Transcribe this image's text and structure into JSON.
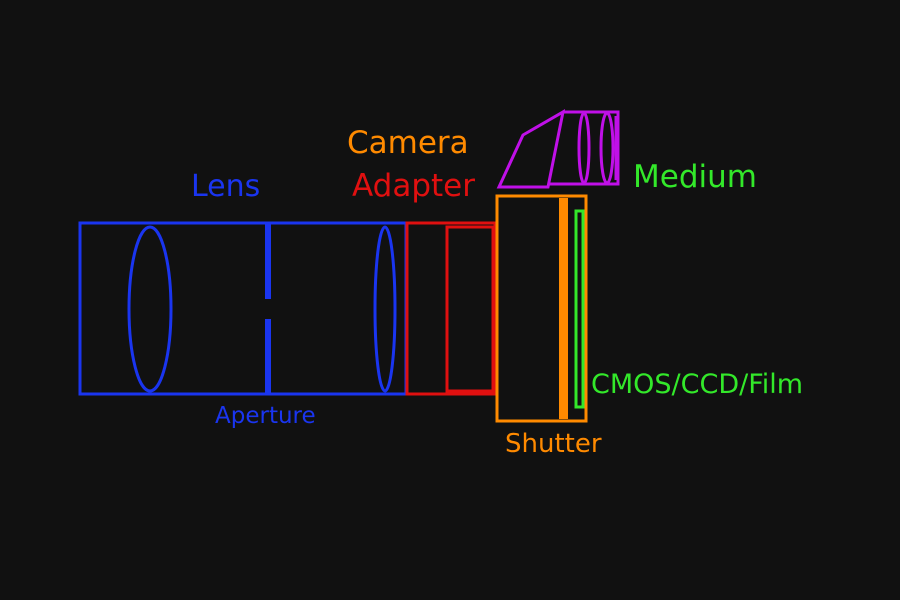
{
  "colors": {
    "background": "#111111",
    "lens": "#1a35f0",
    "adapter": "#e01010",
    "shutter": "#ff8a00",
    "medium": "#c010e8",
    "sensor": "#33e82a"
  },
  "labels": {
    "lens": "Lens",
    "aperture": "Aperture",
    "camera": "Camera",
    "adapter": "Adapter",
    "medium": "Medium",
    "sensor": "CMOS/CCD/Film",
    "shutter": "Shutter"
  }
}
